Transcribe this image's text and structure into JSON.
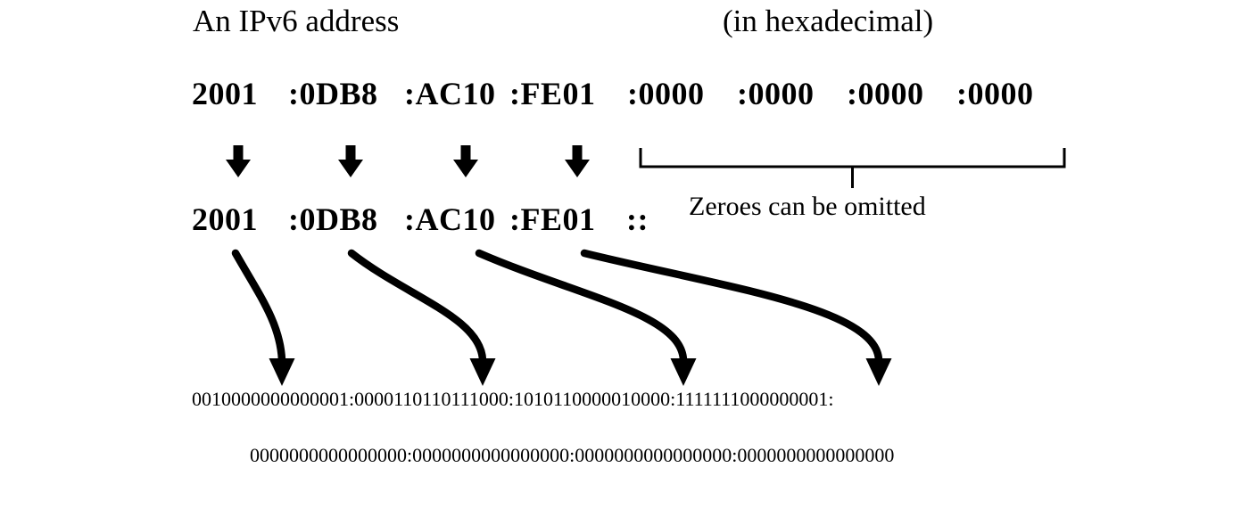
{
  "diagram": {
    "background": "#ffffff",
    "ink_color": "#000000",
    "title": "An IPv6 address",
    "subtitle": "(in hexadecimal)",
    "hex_address": {
      "groups": [
        "2001",
        ":0DB8",
        ":AC10",
        ":FE01",
        ":0000",
        ":0000",
        ":0000",
        ":0000"
      ]
    },
    "compressed_address": {
      "groups": [
        "2001",
        ":0DB8",
        ":AC10",
        ":FE01",
        "::"
      ]
    },
    "bracket_label": "Zeroes can be omitted",
    "binary": {
      "line1": "0010000000000001:0000110110111000:1010110000010000:1111111000000001:",
      "line2": "0000000000000000:0000000000000000:0000000000000000:0000000000000000"
    },
    "icons": {
      "down_arrow": "⬇",
      "curved_arrow": "⤵"
    }
  }
}
